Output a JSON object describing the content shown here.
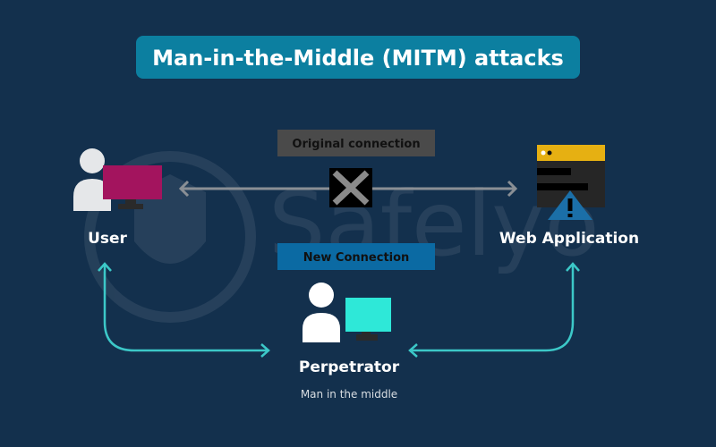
{
  "title": "Man-in-the-Middle (MITM) attacks",
  "watermark": "Safelyo",
  "nodes": {
    "user": {
      "label": "User",
      "monitor_color": "#a3145e"
    },
    "web_app": {
      "label": "Web Application",
      "bar_color": "#e6b012",
      "warning_color": "#1b6fa8"
    },
    "perpetrator": {
      "label": "Perpetrator",
      "sublabel": "Man in the middle",
      "monitor_color": "#2ee8d8"
    }
  },
  "connections": {
    "original": {
      "label": "Original connection",
      "status": "blocked"
    },
    "new": {
      "label": "New Connection"
    }
  },
  "colors": {
    "background": "#13304d",
    "title_bg": "#0c7fa0",
    "arrow_teal": "#3cc8c8",
    "arrow_gray": "#8a8f95"
  }
}
